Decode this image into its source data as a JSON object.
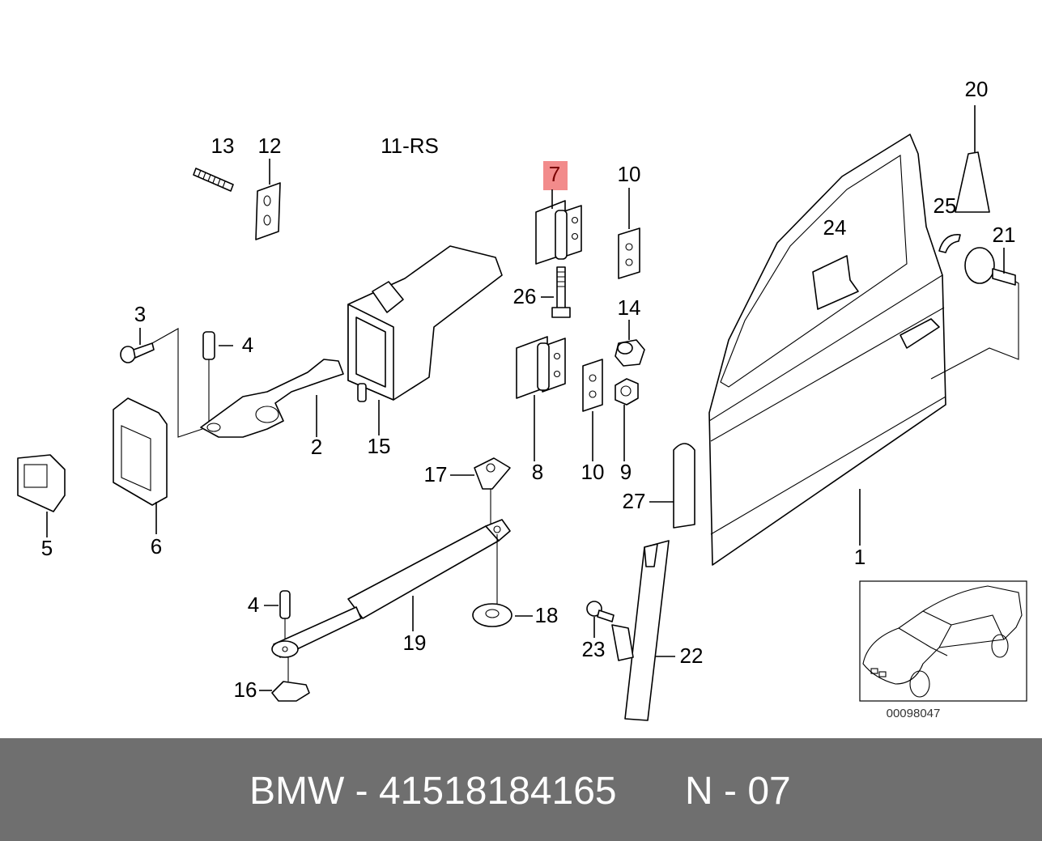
{
  "diagram": {
    "callouts": {
      "c1": "1",
      "c2": "2",
      "c3": "3",
      "c4a": "4",
      "c4b": "4",
      "c5": "5",
      "c6": "6",
      "c7": "7",
      "c8": "8",
      "c9": "9",
      "c10a": "10",
      "c10b": "10",
      "c11": "11-RS",
      "c12": "12",
      "c13": "13",
      "c14": "14",
      "c15": "15",
      "c16": "16",
      "c17": "17",
      "c18": "18",
      "c19": "19",
      "c20": "20",
      "c21": "21",
      "c22": "22",
      "c23": "23",
      "c24": "24",
      "c25": "25",
      "c26": "26",
      "c27": "27"
    },
    "highlighted_callout": "7",
    "highlight_color": "#f28b8b",
    "reference_number": "00098047"
  },
  "footer": {
    "part_label": "BMW - 41518184165",
    "position_label": "N - 07",
    "background_color": "#6f6f6f"
  }
}
